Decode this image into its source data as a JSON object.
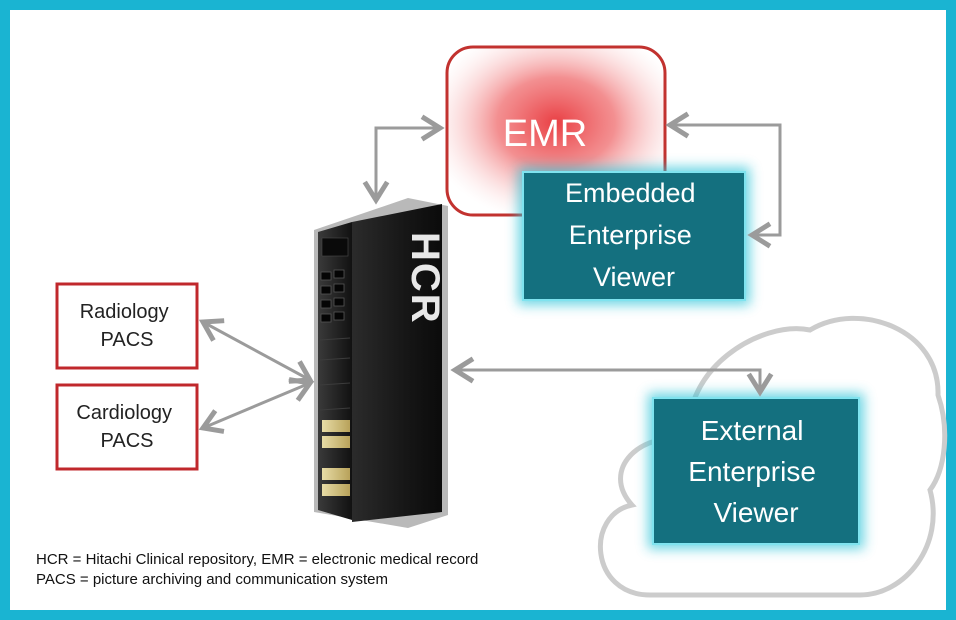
{
  "nodes": {
    "emr": "EMR",
    "embedded_viewer": [
      "Embedded",
      "Enterprise",
      "Viewer"
    ],
    "hcr": "HCR",
    "radiology": [
      "Radiology",
      "PACS"
    ],
    "cardiology": [
      "Cardiology",
      "PACS"
    ],
    "external_viewer": [
      "External",
      "Enterprise",
      "Viewer"
    ]
  },
  "caption": {
    "line1": "HCR = Hitachi Clinical repository, EMR = electronic medical record",
    "line2": "PACS = picture archiving and communication system"
  },
  "colors": {
    "frame": "#1ab4d2",
    "pacs_border": "#c0282c",
    "emr_border": "#c2322f",
    "emr_glow": "#e8353a",
    "viewer_fill": "#14707f",
    "viewer_glow": "#2ec4d8",
    "arrow": "#9b9b9b",
    "cloud": "#cccccc",
    "server_dark": "#1d1d1d",
    "drive_gold": "#d6c888"
  }
}
